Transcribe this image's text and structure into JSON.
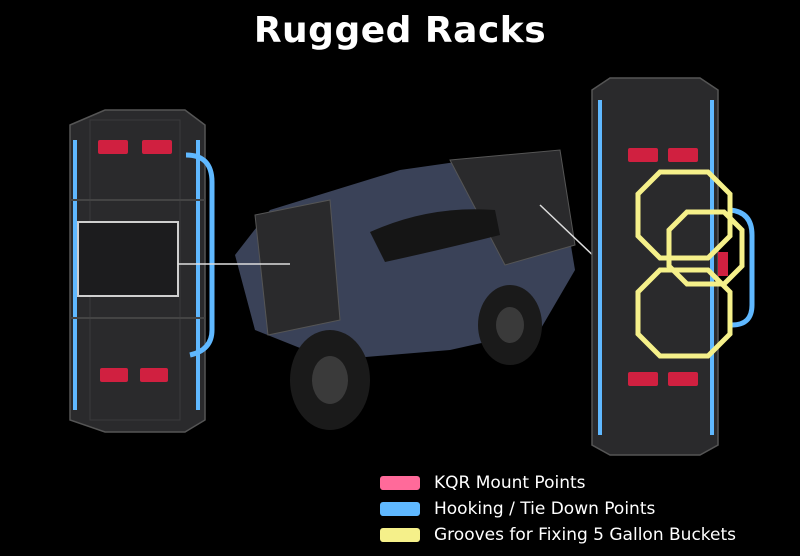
{
  "title": "Rugged Racks",
  "colors": {
    "kqr": "#ff6a9a",
    "hook": "#5fb8ff",
    "groove": "#f5f08a",
    "rack": "#2a2a2c",
    "background": "#000000"
  },
  "legend": [
    {
      "label": "KQR Mount Points",
      "color": "#ff6a9a"
    },
    {
      "label": "Hooking / Tie Down Points",
      "color": "#5fb8ff"
    },
    {
      "label": "Grooves for Fixing 5 Gallon Buckets",
      "color": "#f5f08a"
    }
  ]
}
